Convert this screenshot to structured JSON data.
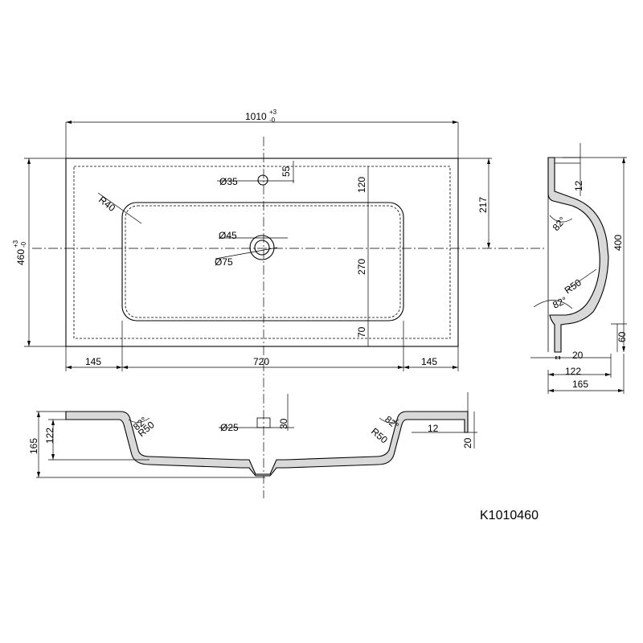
{
  "model": "K1010460",
  "top_view": {
    "overall_width": "1010",
    "width_tol_upper": "+3",
    "width_tol_lower": "-0",
    "overall_depth": "460",
    "depth_tol_upper": "+3",
    "depth_tol_lower": "-0",
    "bowl_corner_radius": "R40",
    "tap_hole_dia": "Ø35",
    "tap_hole_offset": "55",
    "tap_to_bowl": "120",
    "drain_dia_inner": "Ø45",
    "drain_dia_outer": "Ø75",
    "bowl_depth": "270",
    "front_margin": "70",
    "center_to_back": "217",
    "left_margin": "145",
    "bowl_width": "720",
    "right_margin": "145"
  },
  "side_view": {
    "top_ledge": "12",
    "angle_top": "82°",
    "depth_400": "400",
    "radius": "R50",
    "angle_bottom": "82°",
    "dim_20": "20",
    "dim_122": "122",
    "dim_165": "165",
    "dim_60": "60"
  },
  "front_view": {
    "height_165": "165",
    "height_122": "122",
    "angle_left": "82°",
    "radius_left": "R50",
    "tap_hole_dia": "Ø25",
    "tap_height": "30",
    "radius_right": "R50",
    "angle_right": "82°",
    "ledge_12": "12",
    "ledge_20": "20"
  }
}
